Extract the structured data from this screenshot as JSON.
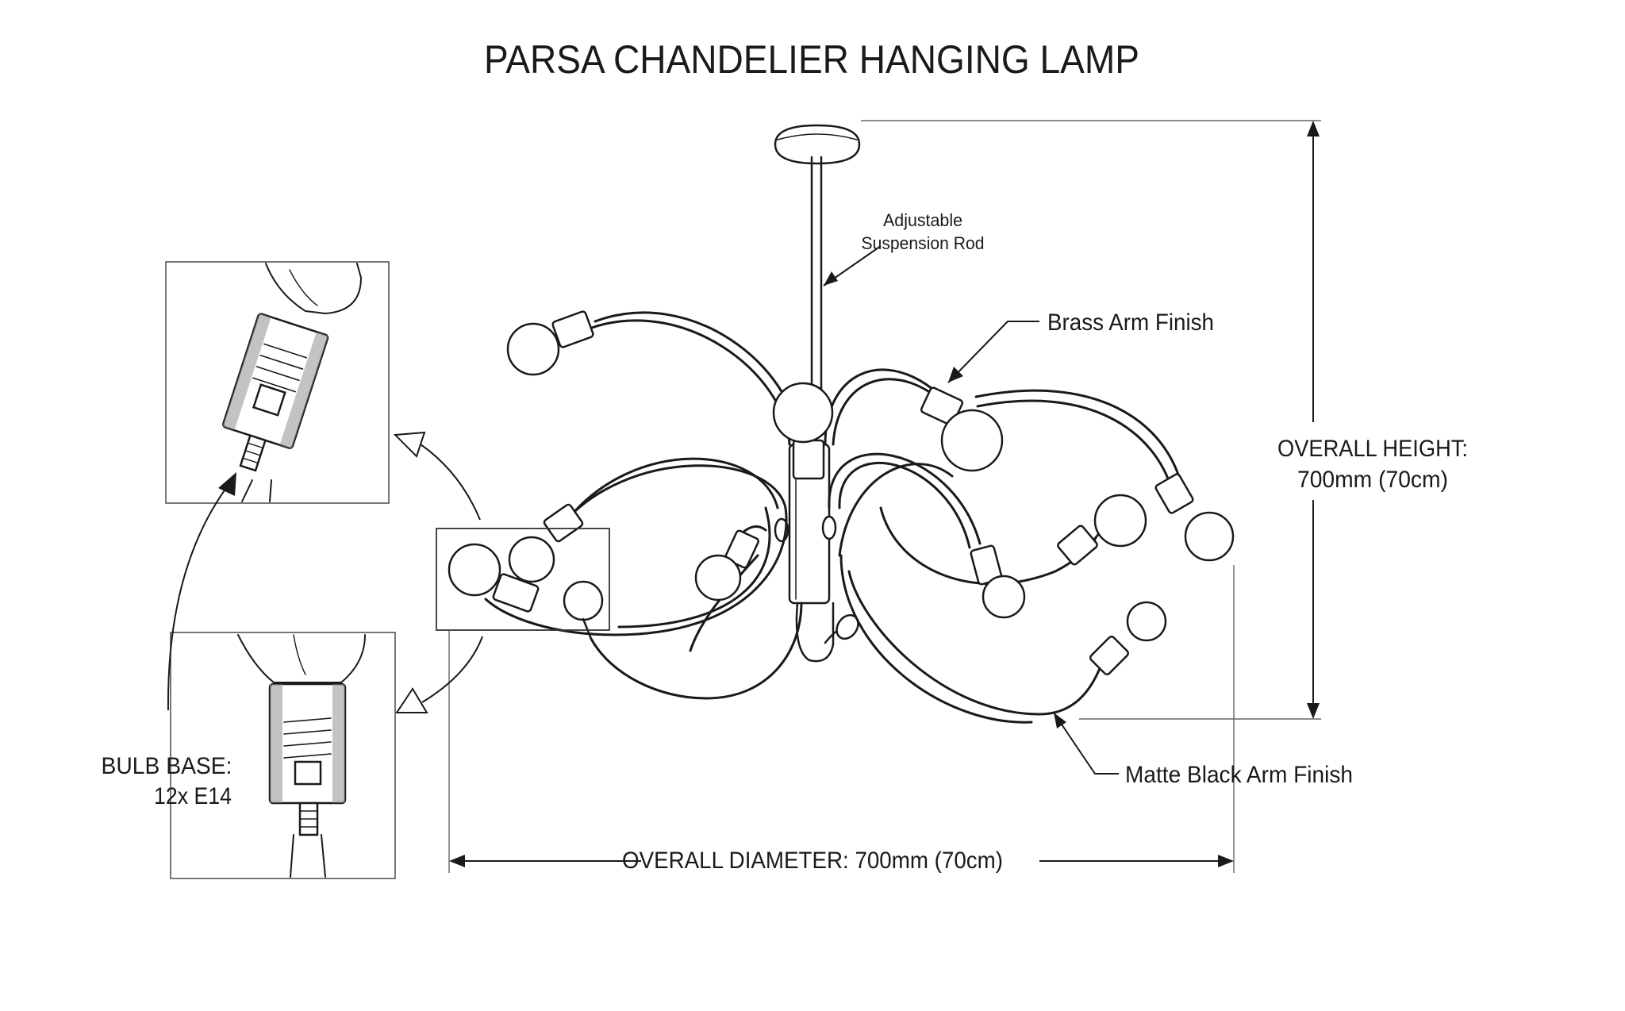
{
  "title": "PARSA CHANDELIER HANGING LAMP",
  "callouts": {
    "rod_line1": "Adjustable",
    "rod_line2": "Suspension Rod",
    "brass": "Brass Arm Finish",
    "black": "Matte Black Arm Finish"
  },
  "dimensions": {
    "height_label": "OVERALL HEIGHT:",
    "height_value": "700mm (70cm)",
    "diameter": "OVERALL DIAMETER: 700mm (70cm)"
  },
  "bulb_base": {
    "label": "BULB BASE:",
    "value": "12x E14"
  },
  "colors": {
    "ink": "#1a1a1a",
    "frame": "#555555",
    "background": "#ffffff"
  }
}
